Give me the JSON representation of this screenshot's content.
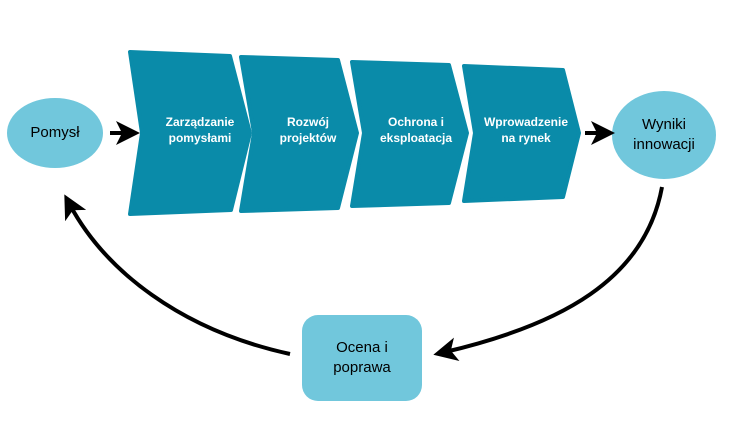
{
  "colors": {
    "chevron": "#0a8ba9",
    "node": "#71c7dc",
    "arrow": "#000000"
  },
  "start_node": {
    "label": "Pomysł"
  },
  "stages": [
    {
      "label": "Zarządzanie pomysłami"
    },
    {
      "label": "Rozwój projektów"
    },
    {
      "label": "Ochrona i eksploatacja"
    },
    {
      "label": "Wprowadzenie na rynek"
    }
  ],
  "result_node": {
    "label": "Wyniki innowacji"
  },
  "feedback_node": {
    "label": "Ocena i poprawa"
  }
}
